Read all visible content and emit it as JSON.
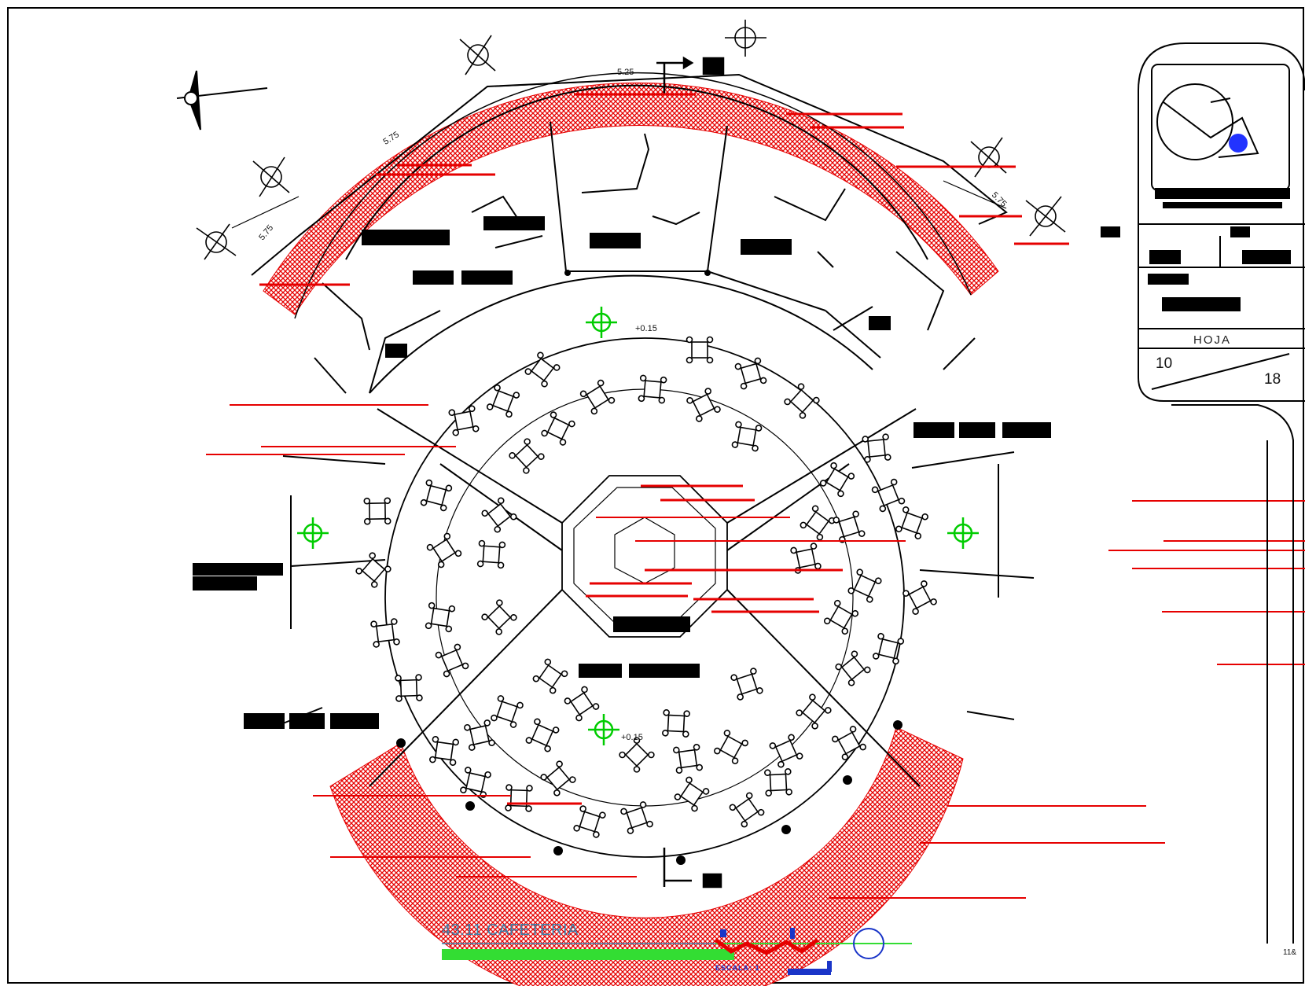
{
  "drawing": {
    "title": "43.11 CAFETERIA",
    "scale_label": "ESCALA: 1",
    "sheet_label": "HOJA",
    "sheet_number": "10",
    "sheet_total": "18",
    "edge_label": "11&",
    "level_marks": [
      "+0.15",
      "+0.15"
    ],
    "dimensions": [
      "5.25",
      "5.75",
      "5.75",
      "5.75"
    ]
  },
  "colors": {
    "line": "#000000",
    "hatch": "#e60000",
    "level_marker": "#00cc00",
    "title_bar": "#33dd33",
    "scale_bar": "#1a35c8",
    "north_dot": "#2233ff"
  },
  "icons": {
    "north": "north-arrow-icon",
    "column": "column-marker-icon",
    "level": "level-marker-icon",
    "table": "table-with-chairs-icon"
  }
}
